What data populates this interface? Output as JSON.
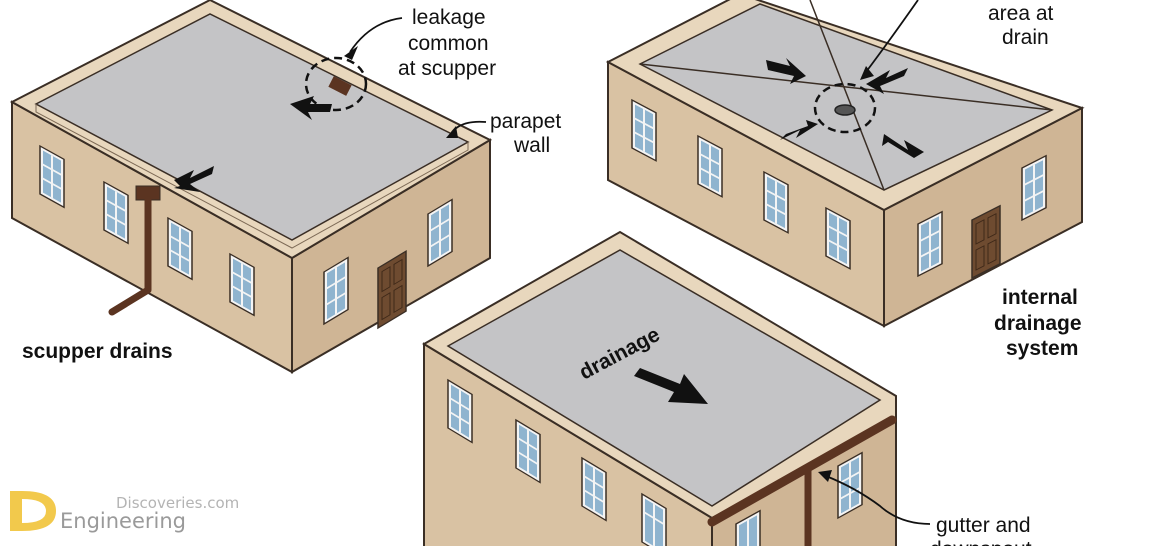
{
  "colors": {
    "wall_front": "#d9c2a3",
    "wall_side": "#cfb595",
    "parapet_top": "#e8d7bd",
    "roof": "#c4c4c6",
    "outline": "#3a2e25",
    "window_frame": "#f4f4f4",
    "window_glass": "#8fb4cf",
    "door": "#6e4b30",
    "gutter": "#5b3421",
    "arrow": "#111111",
    "watermark_logo": "#f2c94c"
  },
  "labels": {
    "leakage": [
      "leakage",
      "common",
      "at scupper"
    ],
    "parapet": [
      "parapet",
      "wall"
    ],
    "area_drain": [
      "area at",
      "drain"
    ],
    "scupper_drains": "scupper drains",
    "internal": [
      "internal",
      "drainage",
      "system"
    ],
    "drainage": "drainage",
    "gutter": [
      "gutter and",
      "downspout"
    ]
  },
  "watermark": {
    "line1": "Discoveries.com",
    "line2": "Engineering"
  }
}
